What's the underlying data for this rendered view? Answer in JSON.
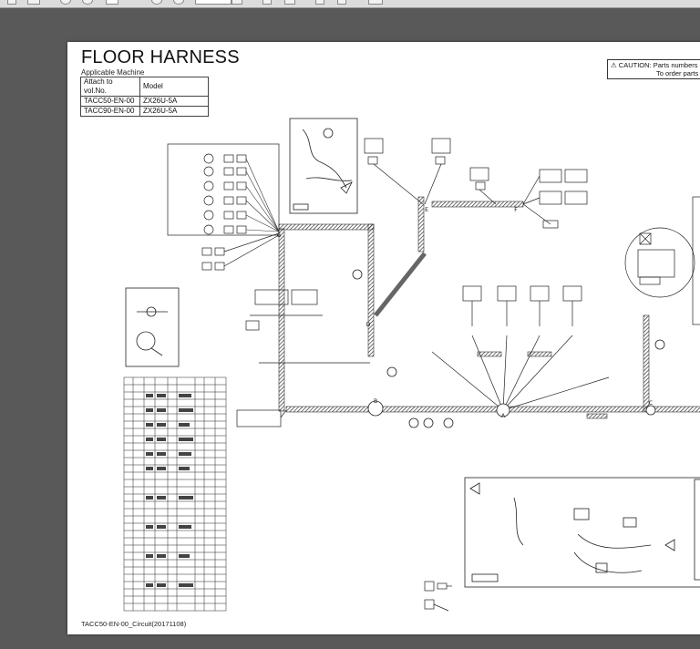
{
  "document": {
    "title": "FLOOR HARNESS",
    "subtitle": "Applicable Machine",
    "table": {
      "headers": [
        "Attach to vol.No.",
        "Model"
      ],
      "rows": [
        [
          "TACC50-EN-00",
          "ZX26U-5A"
        ],
        [
          "TACC90-EN-00",
          "ZX26U-5A"
        ]
      ]
    },
    "caution_line1": "⚠ CAUTION: Parts numbers",
    "caution_line2": "To order parts",
    "footer": "TACC50-EN-00_Circuit(20171108)"
  },
  "diagram": {
    "callouts": [
      "A",
      "B",
      "C",
      "D",
      "E",
      "F",
      "G"
    ],
    "harness_color": "#555555"
  },
  "colors": {
    "viewer_background": "#595959",
    "page_background": "#ffffff",
    "ink": "#111111"
  }
}
